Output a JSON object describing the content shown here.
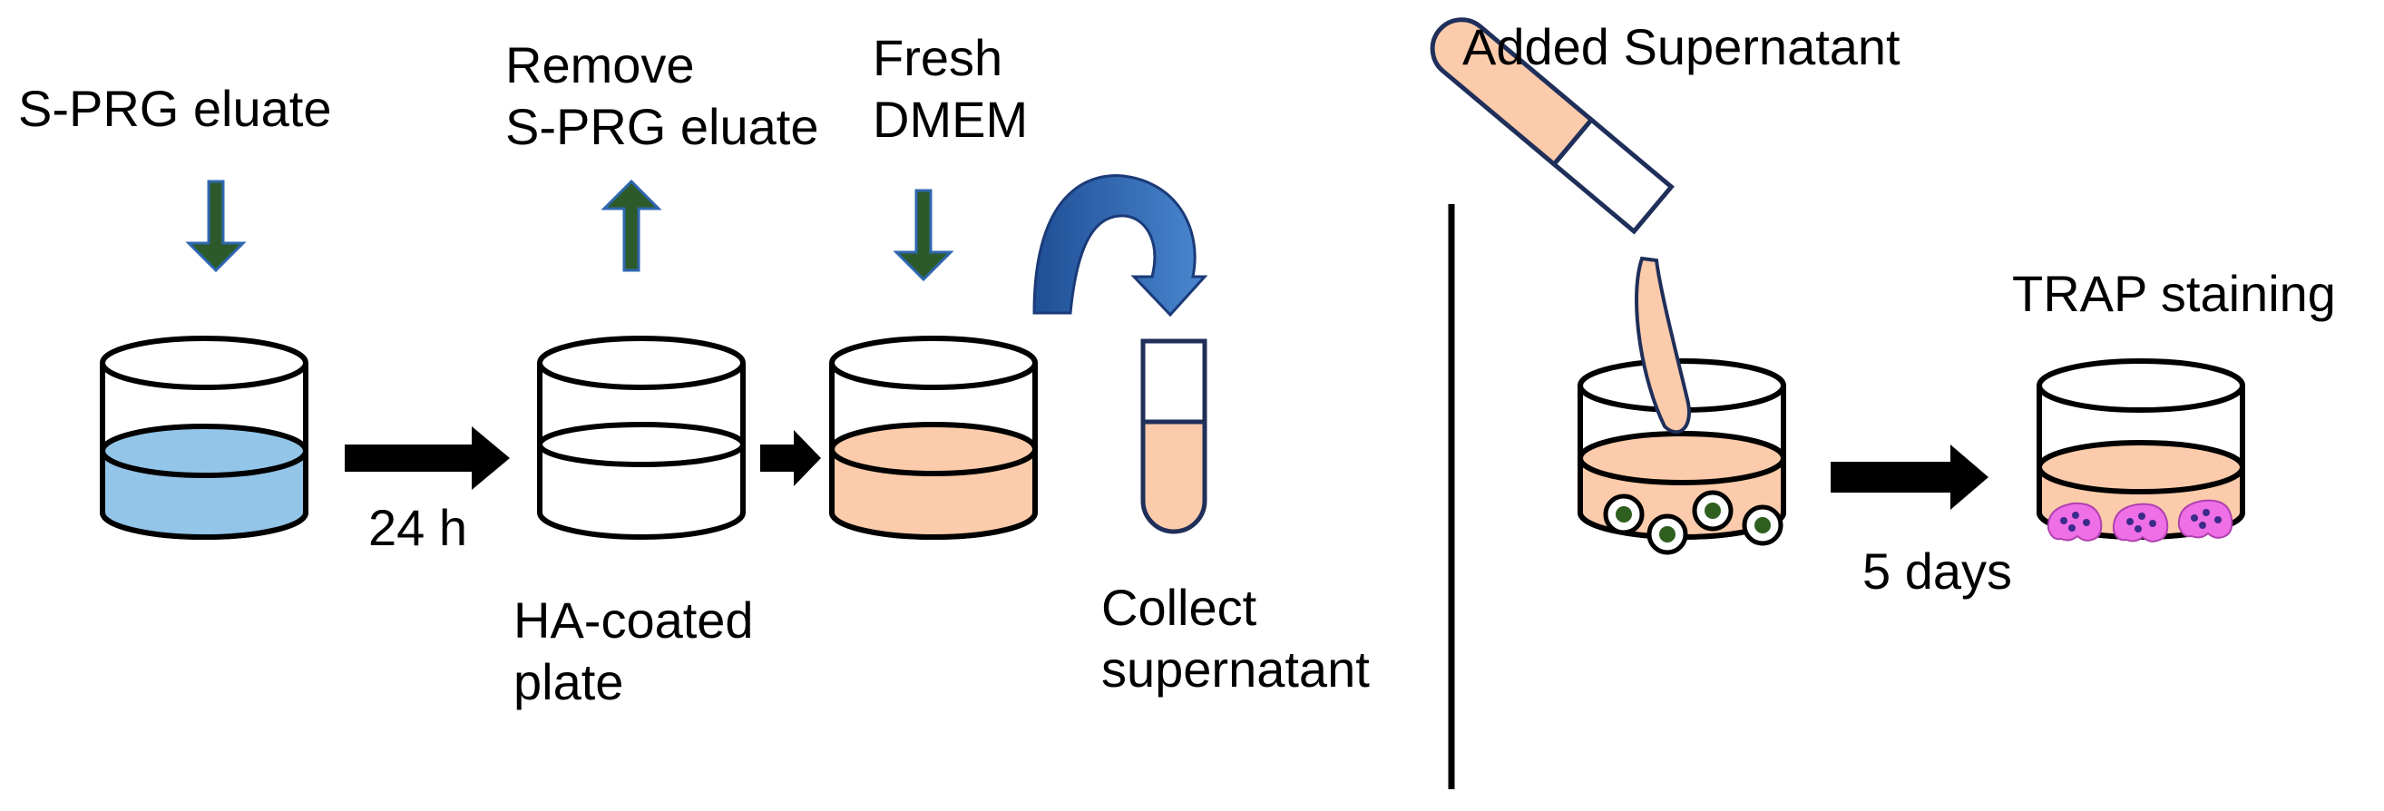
{
  "labels": {
    "s_prg_eluate": "S-PRG eluate",
    "remove_line1": "Remove",
    "remove_line2": "S-PRG eluate",
    "fresh_line1": "Fresh",
    "fresh_line2": "DMEM",
    "time_24h": "24 h",
    "ha_line1": "HA-coated",
    "ha_line2": "plate",
    "collect_line1": "Collect",
    "collect_line2": "supernatant",
    "added_supernatant": "Added Supernatant",
    "trap_staining": "TRAP staining",
    "time_5days": "5 days"
  },
  "colors": {
    "eluate_blue": "#92c5e8",
    "medium_peach": "#fbcbab",
    "down_arrow_green": "#2d5a2b",
    "arrow_blue": "#2f67b0",
    "cell_nucleus": "#2f5f1f",
    "trap_cell_magenta": "#ef6fe6",
    "trap_cell_dots": "#3b2b8a",
    "tube_outline": "#1f2f5a"
  },
  "icons": {
    "down_arrow_1": "down-arrow-icon",
    "up_arrow": "up-arrow-icon",
    "down_arrow_2": "down-arrow-icon",
    "transfer_arrow": "curved-arrow-icon",
    "pipette": "pipette-icon",
    "tube": "test-tube-icon"
  }
}
